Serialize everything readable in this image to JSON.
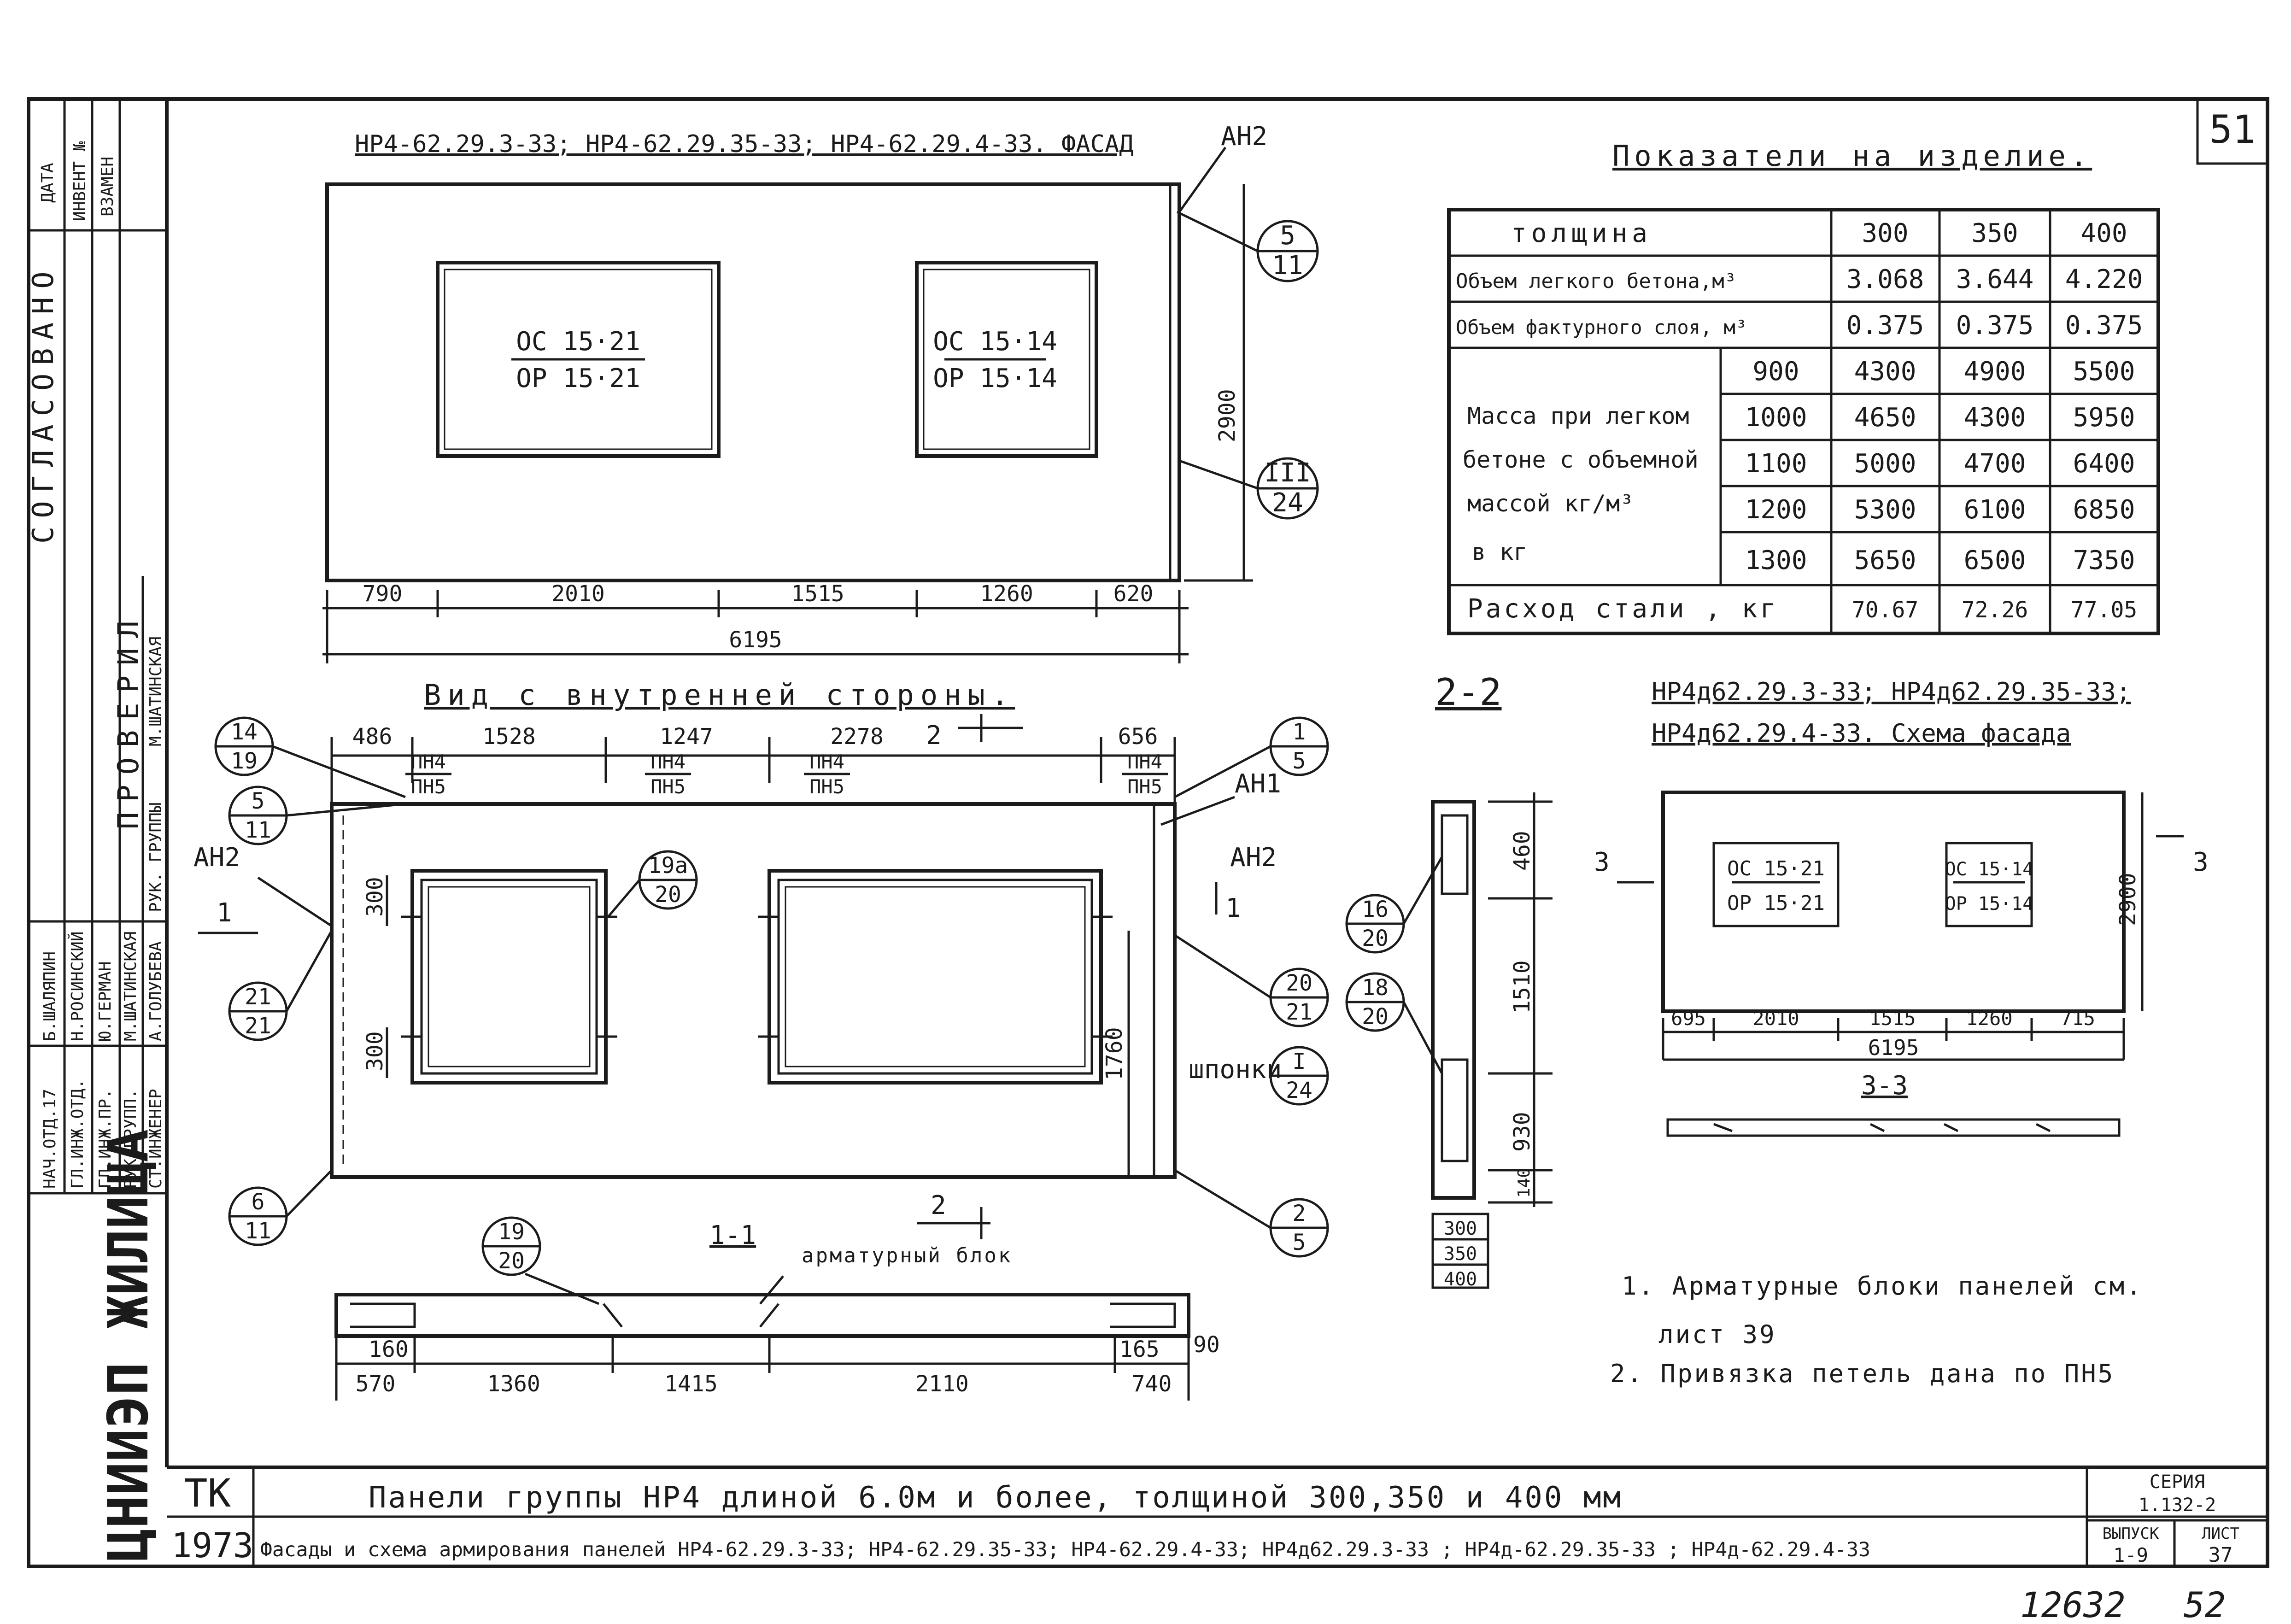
{
  "sheet_number": "51",
  "corner_number": "52",
  "archive_number": "12632",
  "facade_title": "НР4-62.29.3-33;  НР4-62.29.35-33;  НР4-62.29.4-33. ФАСАД",
  "facade": {
    "tag_top": "АН2",
    "window_left": [
      "ОС 15·21",
      "ОР 15·21"
    ],
    "window_right": [
      "ОС 15·14",
      "ОР 15·14"
    ],
    "height_dim": "2900",
    "dims": [
      "790",
      "2010",
      "1515",
      "1260",
      "620"
    ],
    "total": "6195",
    "callout_a": [
      "5",
      "11"
    ],
    "callout_b": [
      "III",
      "24"
    ]
  },
  "inner_view_title": "Вид с внутренней стороны.",
  "inner": {
    "dims_top": [
      "486",
      "1528",
      "1247",
      "2278",
      "656"
    ],
    "pn_labels": [
      "ПН4",
      "ПН5"
    ],
    "dim_300_top": "300",
    "dim_300_bot": "300",
    "height_1760": "1760",
    "tag_an1": "АН1",
    "tag_an2_left": "АН2",
    "tag_an2_right": "АН2",
    "tag_shponki": "шпонки",
    "sec_mark_1": "1",
    "sec_mark_2": "2",
    "callouts": [
      [
        "14",
        "19"
      ],
      [
        "5",
        "11"
      ],
      [
        "1",
        "5"
      ],
      [
        "19а",
        "20"
      ],
      [
        "21",
        "21"
      ],
      [
        "20",
        "21"
      ],
      [
        "I",
        "24"
      ],
      [
        "6",
        "11"
      ],
      [
        "2",
        "5"
      ]
    ]
  },
  "section_1_1": {
    "title": "1-1",
    "sub": "арматурный блок",
    "callout": [
      "19",
      "20"
    ],
    "dims_small": [
      "160",
      "165",
      "90"
    ],
    "dims": [
      "570",
      "1360",
      "1415",
      "2110",
      "740"
    ]
  },
  "section_2_2": {
    "title": "2-2",
    "dims": [
      "460",
      "1510",
      "930",
      "140"
    ],
    "thickness": [
      "300",
      "350",
      "400"
    ],
    "callouts": [
      [
        "16",
        "20"
      ],
      [
        "18",
        "20"
      ]
    ]
  },
  "indicators": {
    "title": "Показатели на изделие.",
    "header": [
      "толщина",
      "300",
      "350",
      "400"
    ],
    "rows": [
      {
        "label": "Объем легкого бетона,м³",
        "values": [
          "3.068",
          "3.644",
          "4.220"
        ]
      },
      {
        "label": "Объем фактурного слоя, м³",
        "values": [
          "0.375",
          "0.375",
          "0.375"
        ]
      }
    ],
    "mass_label": [
      "Масса при легком",
      "бетоне с объемной",
      "массой кг/м³",
      "в кг"
    ],
    "mass_rows": [
      {
        "density": "900",
        "values": [
          "4300",
          "4900",
          "5500"
        ]
      },
      {
        "density": "1000",
        "values": [
          "4650",
          "4300",
          "5950"
        ]
      },
      {
        "density": "1100",
        "values": [
          "5000",
          "4700",
          "6400"
        ]
      },
      {
        "density": "1200",
        "values": [
          "5300",
          "6100",
          "6850"
        ]
      },
      {
        "density": "1300",
        "values": [
          "5650",
          "6500",
          "7350"
        ]
      }
    ],
    "steel": {
      "label": "Расход стали , кг",
      "values": [
        "70.67",
        "72.26",
        "77.05"
      ]
    }
  },
  "scheme": {
    "title1": "НР4д62.29.3-33;  НР4д62.29.35-33;",
    "title2": "НР4д62.29.4-33.  Схема фасада",
    "window_left": [
      "ОС 15·21",
      "ОР 15·21"
    ],
    "window_right": [
      "ОС 15·14",
      "ОР 15·14"
    ],
    "height": "2900",
    "dims": [
      "695",
      "2010",
      "1515",
      "1260",
      "715"
    ],
    "total": "6195",
    "sec_mark": "3",
    "section_title": "3-3"
  },
  "notes": [
    "1. Арматурные блоки панелей см.",
    "лист 39",
    "2. Привязка петель дана по ПН5"
  ],
  "left_strip": {
    "agreed": "СОГЛАСОВАНО",
    "date": "ДАТА",
    "inv": "ИНВЕНТ №",
    "replace": "ВЗАМЕН",
    "checked": "ПРОВЕРИЛ",
    "names": [
      "Б.ШАЛЯПИН",
      "Н.РОСИНСКИЙ",
      "Ю.ГЕРМАН",
      "М.ШАТИНСКАЯ",
      "А.ГОЛУБЕВА"
    ],
    "roles": [
      "НАЧ.ОТД.17",
      "ГЛ.ИНЖ.ОТД.",
      "ГЛ.ИНЖ.ПР.",
      "РУК.ГРУПП.",
      "СТ.ИНЖЕНЕР"
    ],
    "ruk_label": "РУК. ГРУППЫ",
    "ruk_name": "М.ШАТИНСКАЯ",
    "org": "ЦНИИЭП ЖИЛИЩА"
  },
  "title_block": {
    "tk": "ТК",
    "year": "1973",
    "line1": "Панели группы  НР4  длиной 6.0м и более, толщиной 300,350 и 400 мм",
    "line2": "Фасады и схема армирования панелей  НР4-62.29.3-33; НР4-62.29.35-33; НР4-62.29.4-33; НР4д62.29.3-33 ; НР4д-62.29.35-33 ; НР4д-62.29.4-33",
    "series_label": "СЕРИЯ",
    "series": "1.132-2",
    "issue_label": "ВЫПУСК",
    "issue": "1-9",
    "sheet_label": "ЛИСТ",
    "sheet": "37"
  }
}
